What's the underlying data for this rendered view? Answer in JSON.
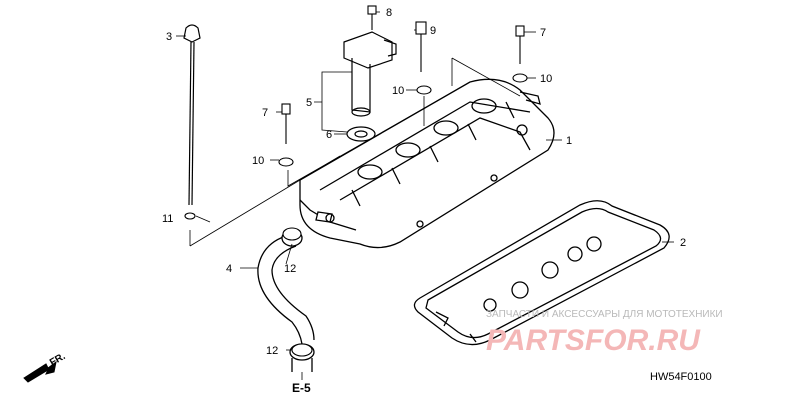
{
  "diagram": {
    "part_callouts": [
      "1",
      "2",
      "3",
      "4",
      "5",
      "6",
      "7",
      "7",
      "8",
      "9",
      "10",
      "10",
      "10",
      "11",
      "12",
      "12"
    ],
    "section_ref": "E-5",
    "drawing_code": "HW54F0100",
    "direction_label": "FR."
  },
  "watermark": {
    "tagline": "ЗАПЧАСТИ И АКСЕССУАРЫ ДЛЯ МОТОТЕХНИКИ",
    "brand": "PARTSFOR.RU",
    "color": "#f4b7b7"
  }
}
